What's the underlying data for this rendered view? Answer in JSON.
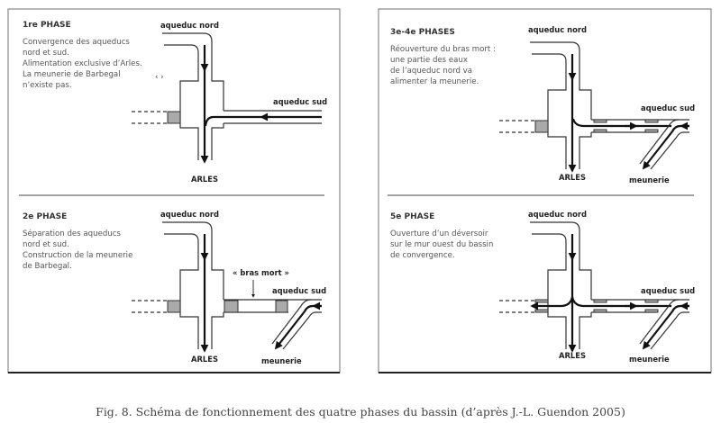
{
  "caption": "Fig. 8. Schéma de fonctionnement des quatre phases du bassin (d’après J.-L. Guendon 2005)",
  "labels": {
    "nord": "aqueduc nord",
    "sud": "aqueduc sud",
    "arles": "ARLES",
    "meunerie": "meunerie",
    "bras_mort": "« bras mort »"
  },
  "panels": [
    {
      "title": "1re PHASE",
      "lines": [
        "Convergence des aqueducs",
        "nord et sud.",
        "Alimentation exclusive d’Arles.",
        "La meunerie de Barbegal",
        "n’existe pas."
      ],
      "mark": "‹ ›"
    },
    {
      "title": "2e PHASE",
      "lines": [
        "Séparation des aqueducs",
        "nord et sud.",
        "Construction de la meunerie",
        "de Barbegal."
      ]
    },
    {
      "title": "3e-4e PHASES",
      "lines": [
        "Réouverture du bras mort :",
        "une partie des eaux",
        "de l’aqueduc nord va",
        "alimenter la meunerie."
      ]
    },
    {
      "title": "5e PHASE",
      "lines": [
        "Ouverture d’un déversoir",
        "sur le mur ouest du bassin",
        "de convergence."
      ]
    }
  ]
}
